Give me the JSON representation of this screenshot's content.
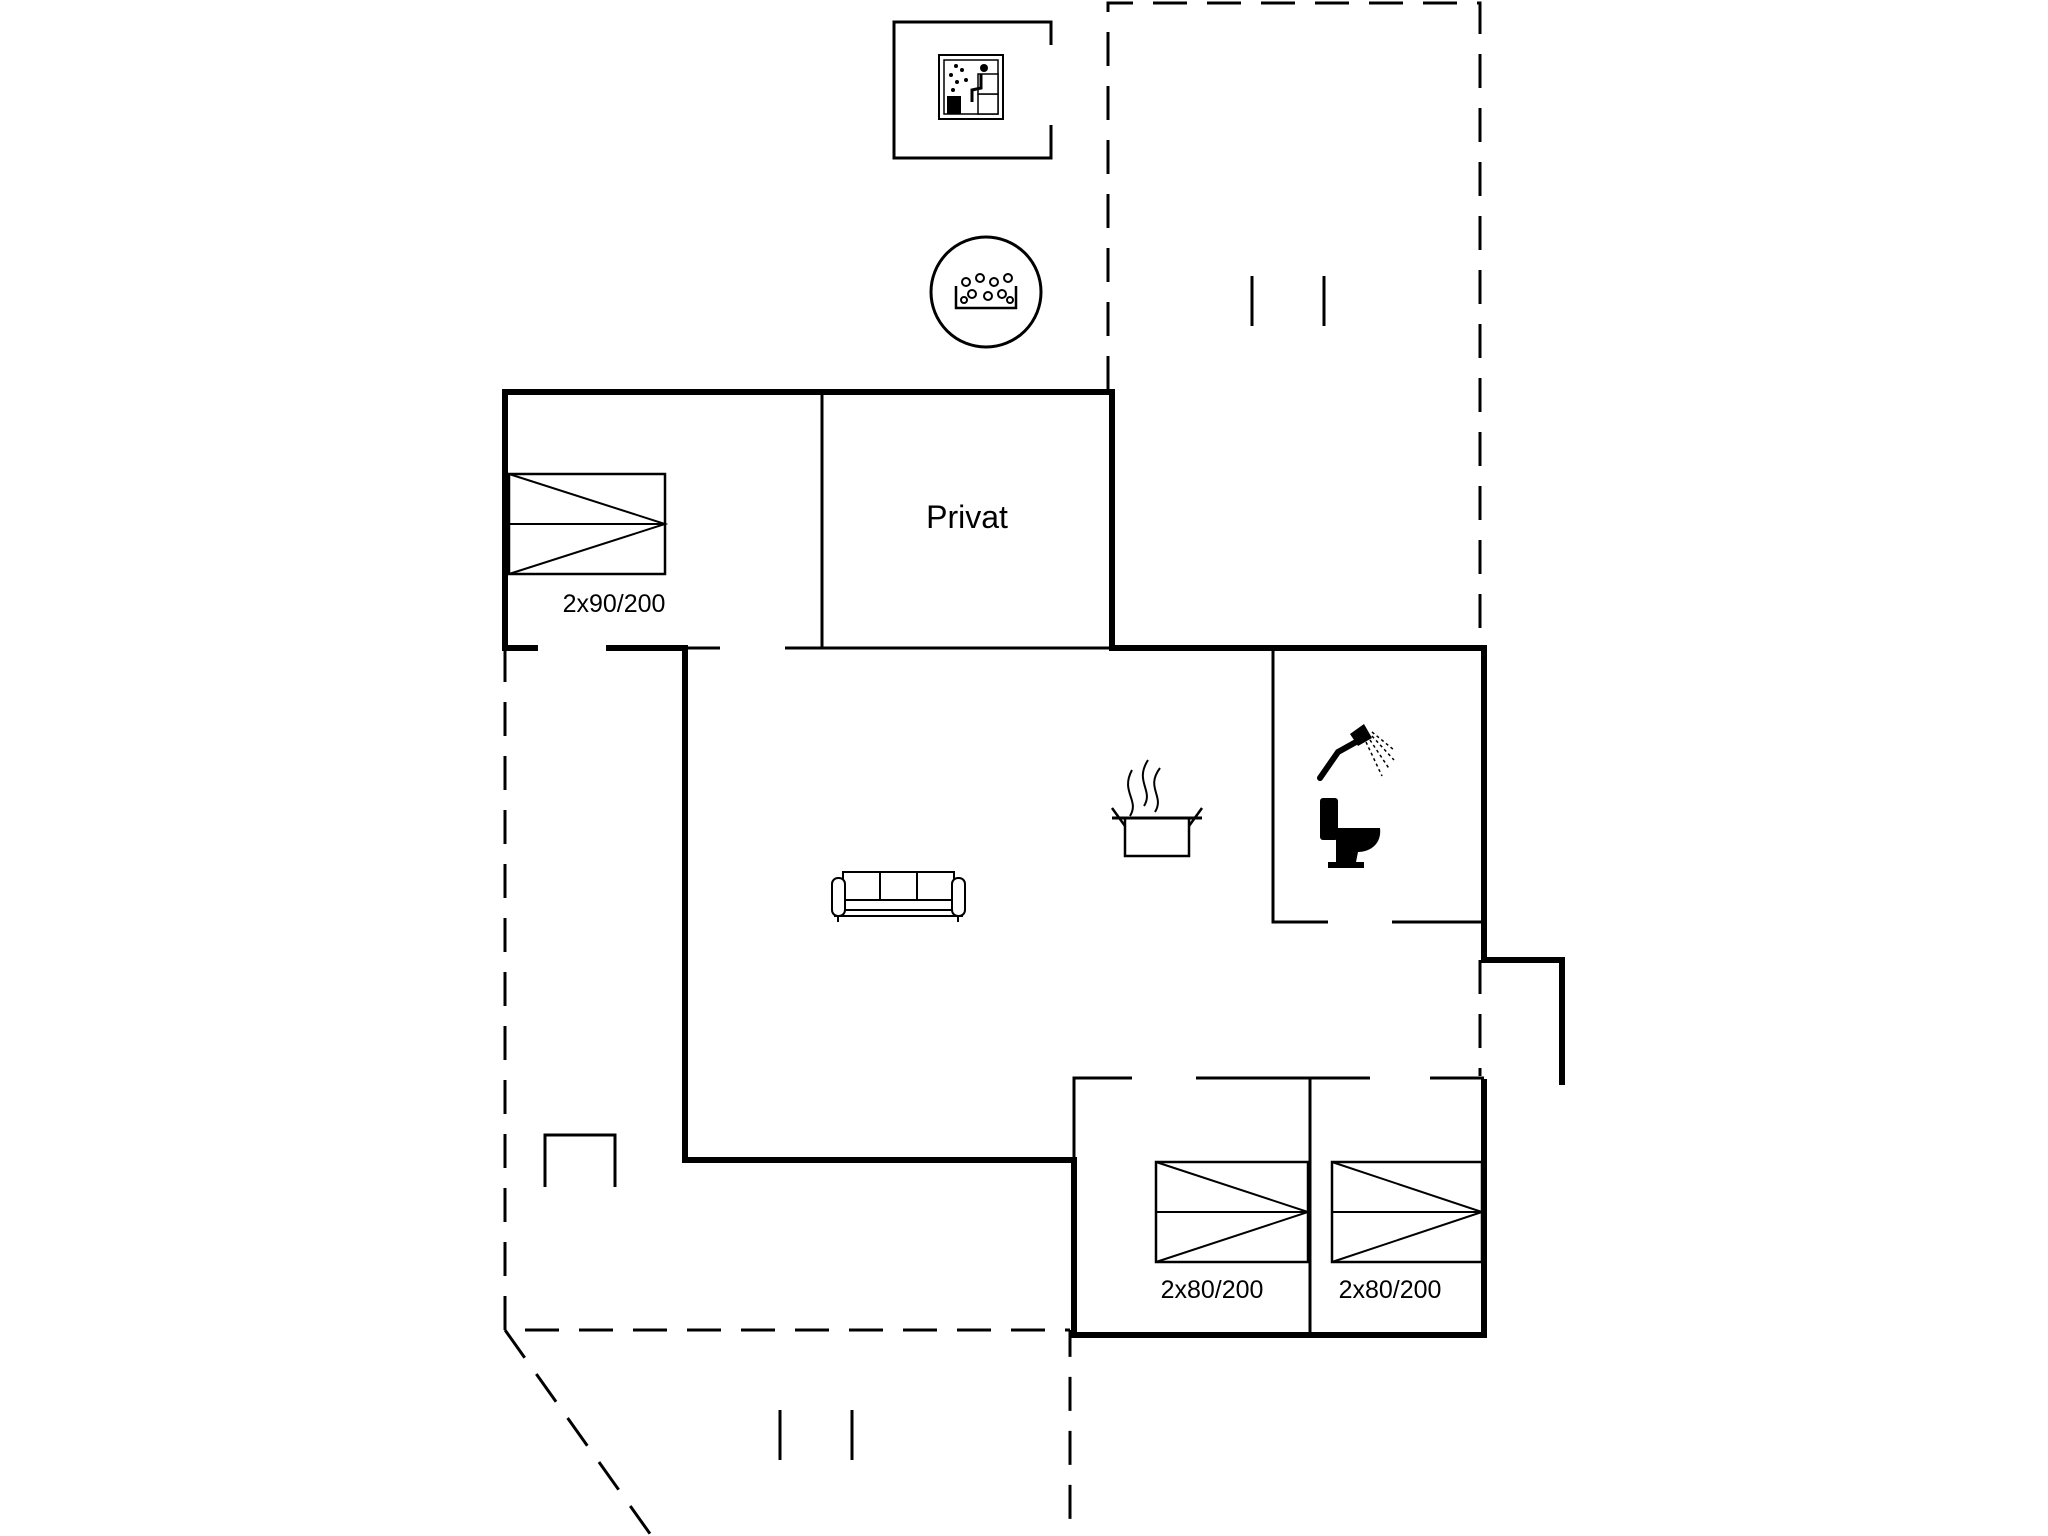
{
  "labels": {
    "private_room": "Privat",
    "bed_top": "2x90/200",
    "bed_bottom_left": "2x80/200",
    "bed_bottom_right": "2x80/200"
  },
  "icons": [
    "sauna-icon",
    "whirlpool-icon",
    "sofa-icon",
    "kitchen-pot-icon",
    "shower-icon",
    "toilet-icon"
  ]
}
